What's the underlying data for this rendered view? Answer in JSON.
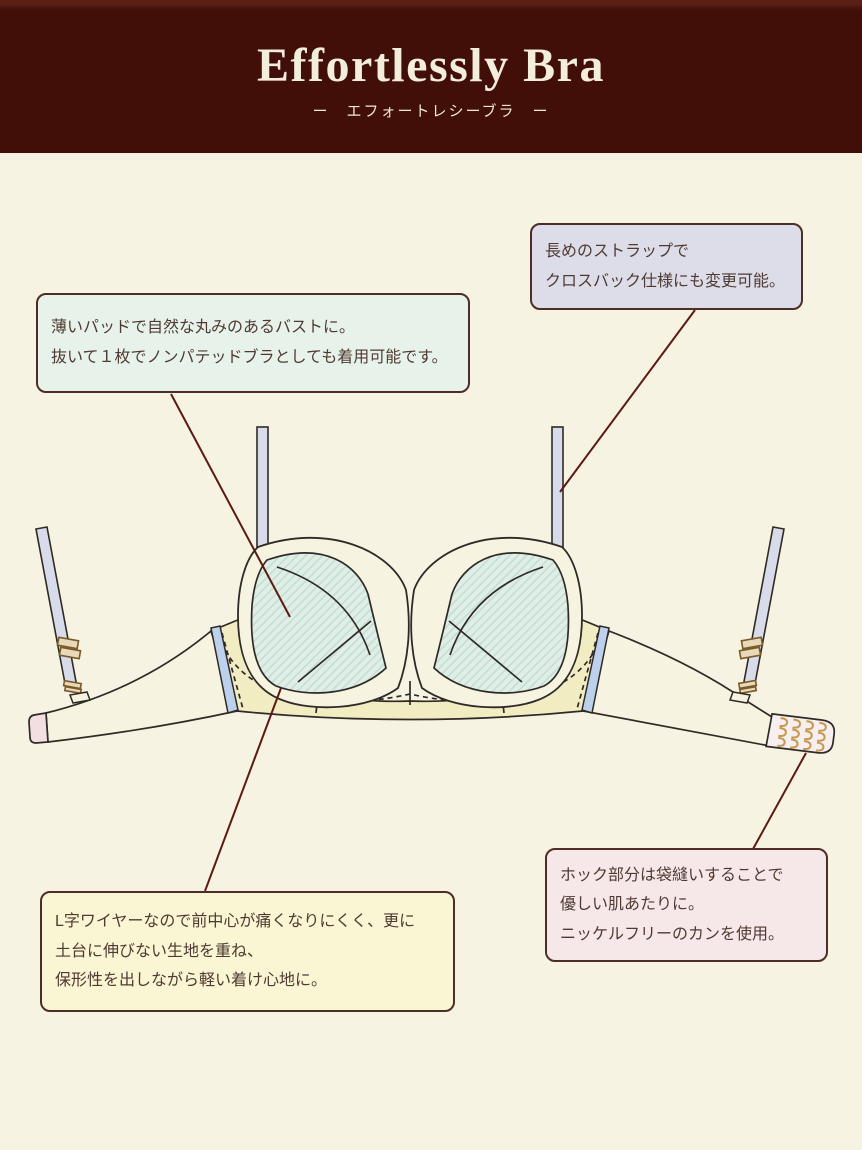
{
  "page": {
    "background": "#f7f3e2"
  },
  "header": {
    "title": "Effortlessly Bra",
    "subtitle": "ー　エフォートレシーブラ　ー",
    "background": "#420e08",
    "text_color": "#f3eedb"
  },
  "callouts": {
    "strap": {
      "lines": [
        "長めのストラップで",
        "クロスバック仕様にも変更可能。"
      ],
      "background": "#dcdde9"
    },
    "pad": {
      "lines": [
        "薄いパッドで自然な丸みのあるバストに。",
        "抜いて１枚でノンパテッドブラとしても着用可能です。"
      ],
      "background": "#e7f3ea"
    },
    "wire": {
      "lines": [
        "L字ワイヤーなので前中心が痛くなりにくく、更に",
        "土台に伸びない生地を重ね、",
        "保形性を出しながら軽い着け心地に。"
      ],
      "background": "#faf5d3"
    },
    "hook": {
      "lines": [
        "ホック部分は袋縫いすることで",
        "優しい肌あたりに。",
        "ニッケルフリーのカンを使用。"
      ],
      "background": "#f6e8e8"
    }
  },
  "illustration": {
    "subject": "bra-technical-drawing",
    "colors": {
      "cup_lining": "#dfeee7",
      "cup_hatch": "#c3dccf",
      "band": "#f2ecc3",
      "strap": "#d8dbe9",
      "side_stay": "#bdd1ed",
      "hook_gold": "#c59a4e",
      "pink_trim": "#f3dfe1",
      "outline": "#2e2a26",
      "callout_line": "#5b1a12",
      "callout_border": "#4e2d26"
    }
  }
}
